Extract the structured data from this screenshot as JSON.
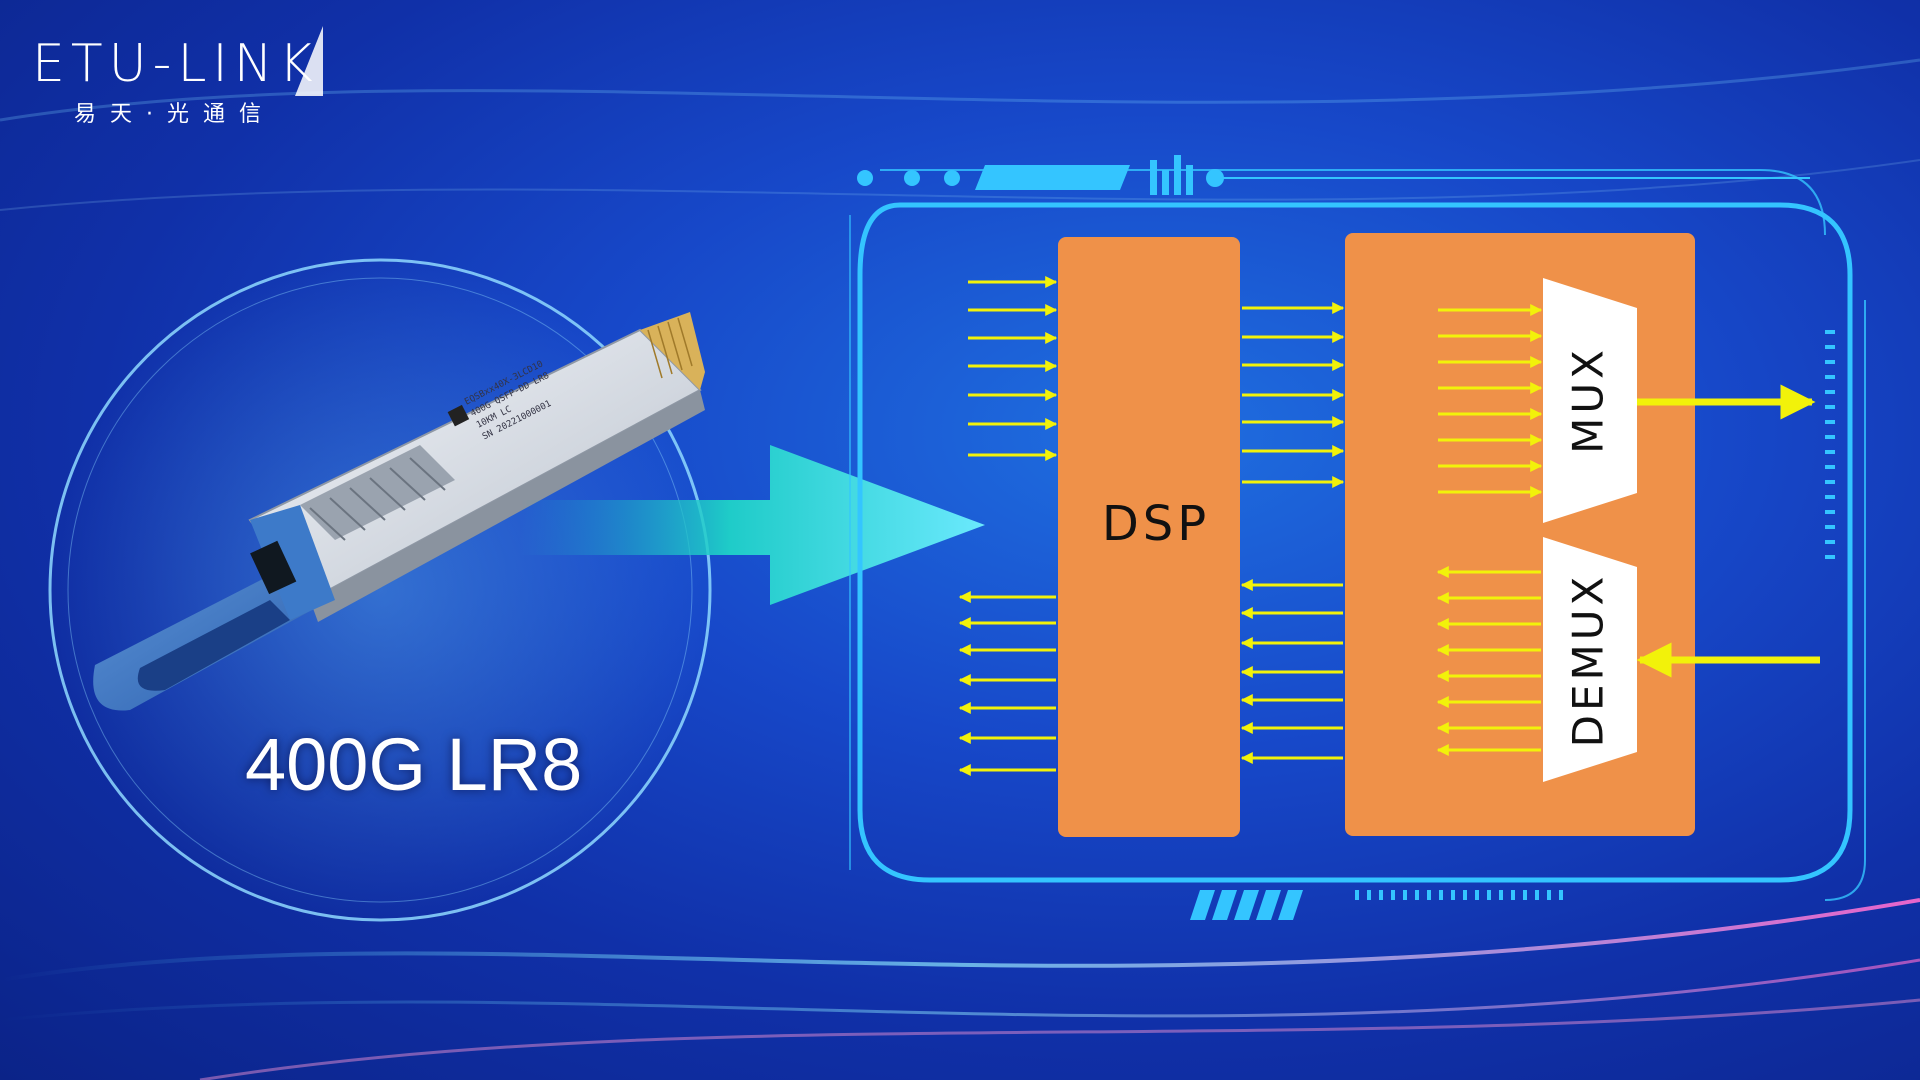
{
  "logo": {
    "brand": "ETU-LINK",
    "subtitle": "易天·光通信",
    "icon": "k-logo-icon"
  },
  "product": {
    "label": "400G LR8",
    "module_text": [
      "EQSBxx40X-3LCD10",
      "400G QSFP-DD LR8",
      "10KM LC",
      "SN 20221000001"
    ]
  },
  "diagram": {
    "dsp_label": "DSP",
    "mux_label": "MUX",
    "demux_label": "DEMUX",
    "block_color": "#ef9149",
    "arrow_color": "#f2f20a",
    "frame_color": "#34c5ff"
  }
}
